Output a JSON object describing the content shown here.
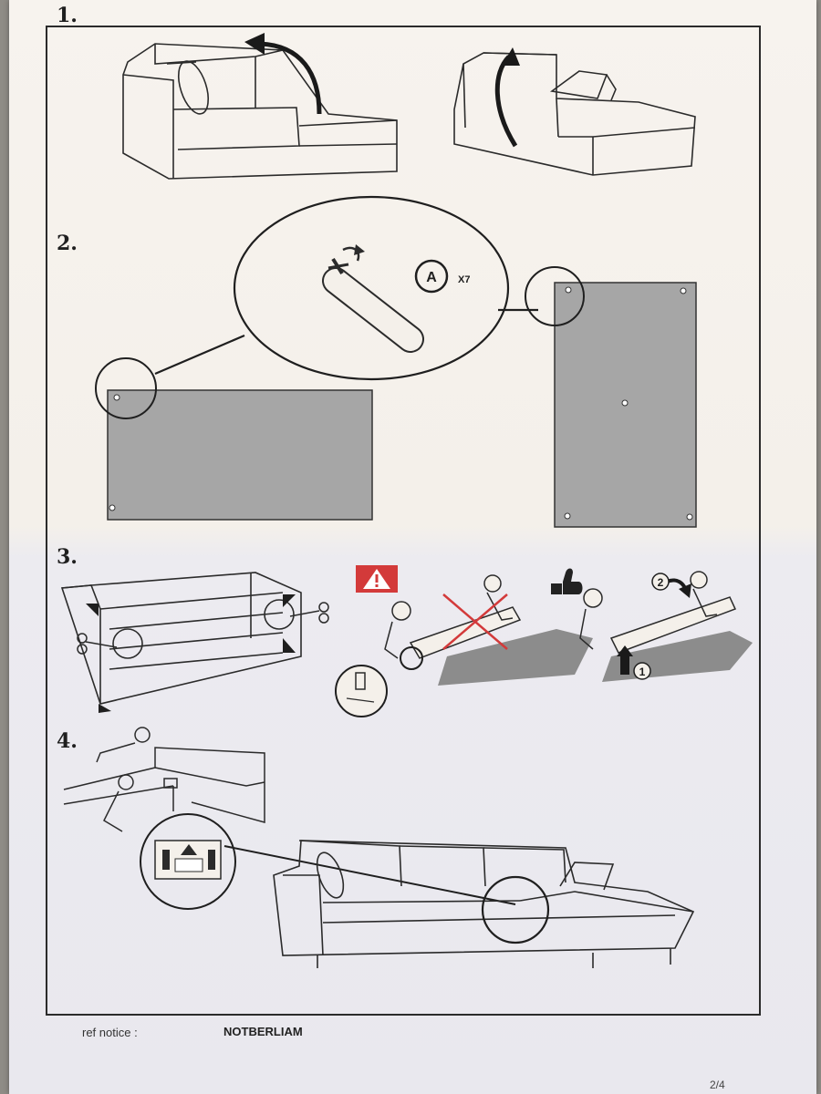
{
  "steps": [
    {
      "number": "1."
    },
    {
      "number": "2."
    },
    {
      "number": "3."
    },
    {
      "number": "4."
    }
  ],
  "part_callout": {
    "letter": "A",
    "quantity": "X7"
  },
  "footer": {
    "ref_label": "ref notice :",
    "ref_value": "NOTBERLIAM",
    "page": "2/4"
  },
  "colors": {
    "paper": "#f5f1eb",
    "line": "#2b2b2b",
    "panel_gray": "#a6a6a6",
    "warning_red": "#d33a3a",
    "approve_black": "#222222"
  },
  "icons": [
    "warning-icon",
    "thumbs-up-icon",
    "screw-leg-icon"
  ]
}
